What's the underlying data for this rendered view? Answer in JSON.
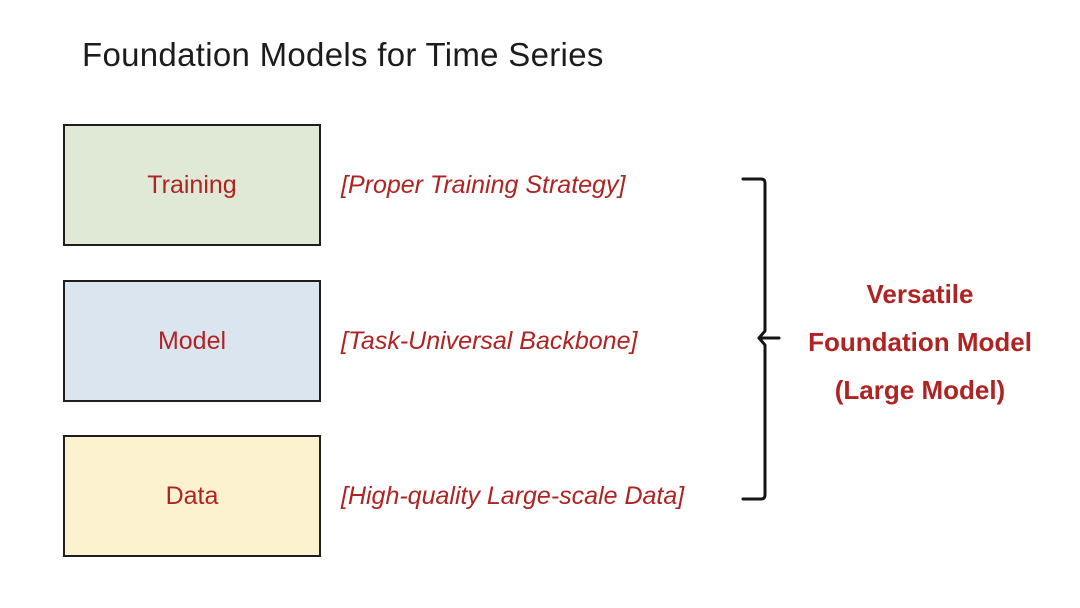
{
  "title": "Foundation Models for Time Series",
  "boxes": [
    {
      "label": "Training",
      "annotation": "[Proper Training Strategy]"
    },
    {
      "label": "Model",
      "annotation": "[Task-Universal Backbone]"
    },
    {
      "label": "Data",
      "annotation": "[High-quality Large-scale Data]"
    }
  ],
  "result": {
    "lines": [
      "Versatile",
      "Foundation Model",
      "(Large Model)"
    ]
  },
  "icons": {
    "brace": "right-curly-brace-grouping"
  },
  "colors": {
    "accent_red": "#b02323",
    "title_color": "#1c1c1c",
    "box_border": "#1e1e1e",
    "brace_color": "#141414",
    "training_fill": "#dfe9d5",
    "model_fill": "#dbe5f0",
    "data_fill": "#fcf2cf",
    "background": "#ffffff"
  }
}
